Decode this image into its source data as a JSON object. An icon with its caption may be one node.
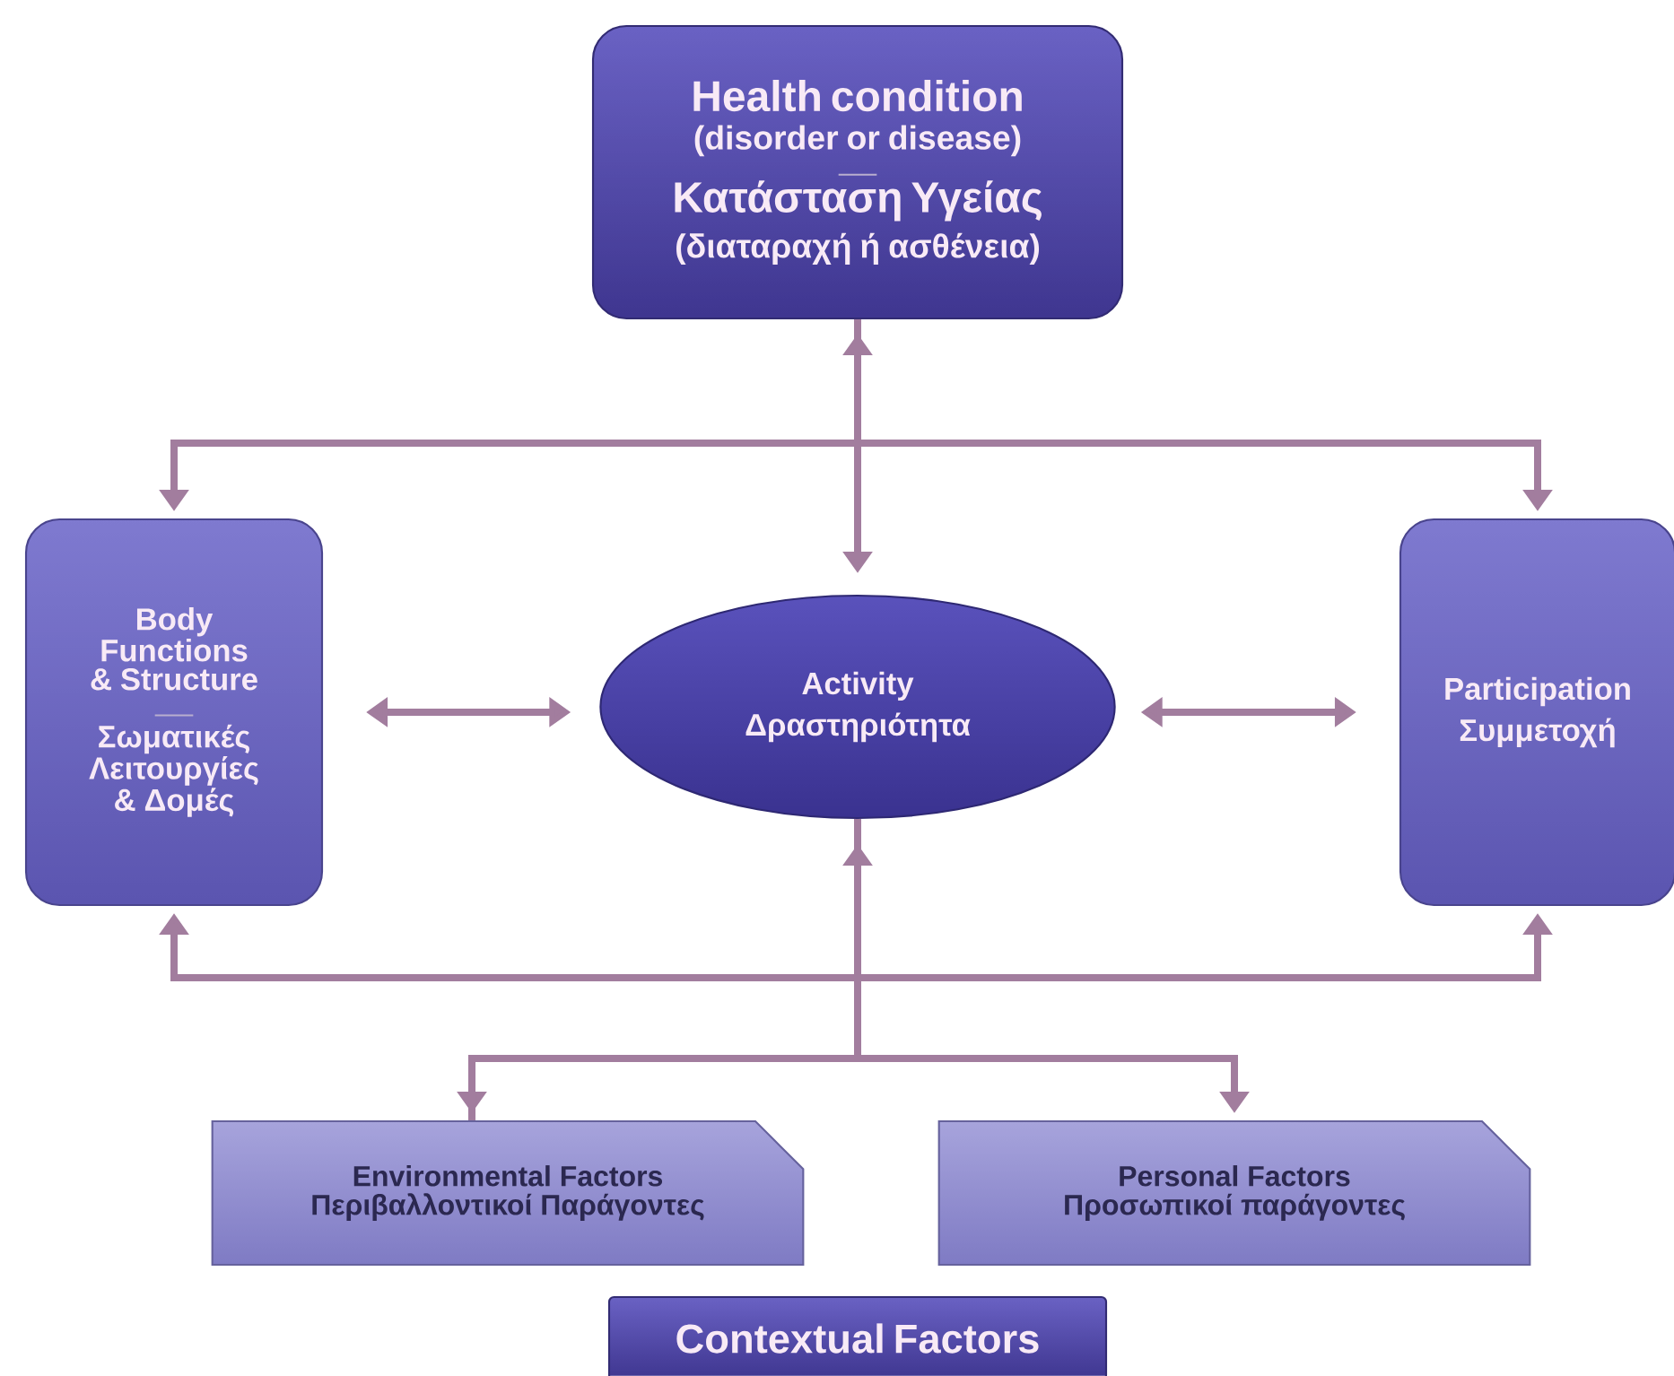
{
  "diagram": {
    "nodes": [
      {
        "text": [
          "Health condition",
          "(disorder or disease)",
          "Κατάσταση Υγείας",
          "(διαταραχή ή ασθένεια)"
        ]
      },
      {
        "text": [
          "Body Functions & Structure",
          "Σωματικές Λειτουργίες & Δομές"
        ]
      },
      {
        "text": [
          "Activity",
          "Δραστηριότητα"
        ]
      },
      {
        "text": [
          "Participation",
          "Συμμετοχή"
        ]
      },
      {
        "text": [
          "Environmental Factors",
          "Περιβαλλοντικοί Παράγοντες"
        ]
      },
      {
        "text": [
          "Personal Factors",
          "Προσωπικοί παράγοντες"
        ]
      },
      {
        "text": [
          "Contextual Factors"
        ]
      }
    ],
    "edges": [
      {
        "from": 0,
        "to": 2,
        "arrow": "both"
      },
      {
        "from": 0,
        "to": 1,
        "arrow": "to"
      },
      {
        "from": 0,
        "to": 3,
        "arrow": "to"
      },
      {
        "from": 1,
        "to": 2,
        "arrow": "both"
      },
      {
        "from": 2,
        "to": 3,
        "arrow": "both"
      },
      {
        "from": 4,
        "to": 2,
        "arrow": "both"
      },
      {
        "from": 2,
        "to": 5,
        "arrow": "to"
      },
      {
        "from": 4,
        "to": 1,
        "arrow": "to"
      },
      {
        "from": 4,
        "to": 3,
        "arrow": "to"
      }
    ]
  }
}
